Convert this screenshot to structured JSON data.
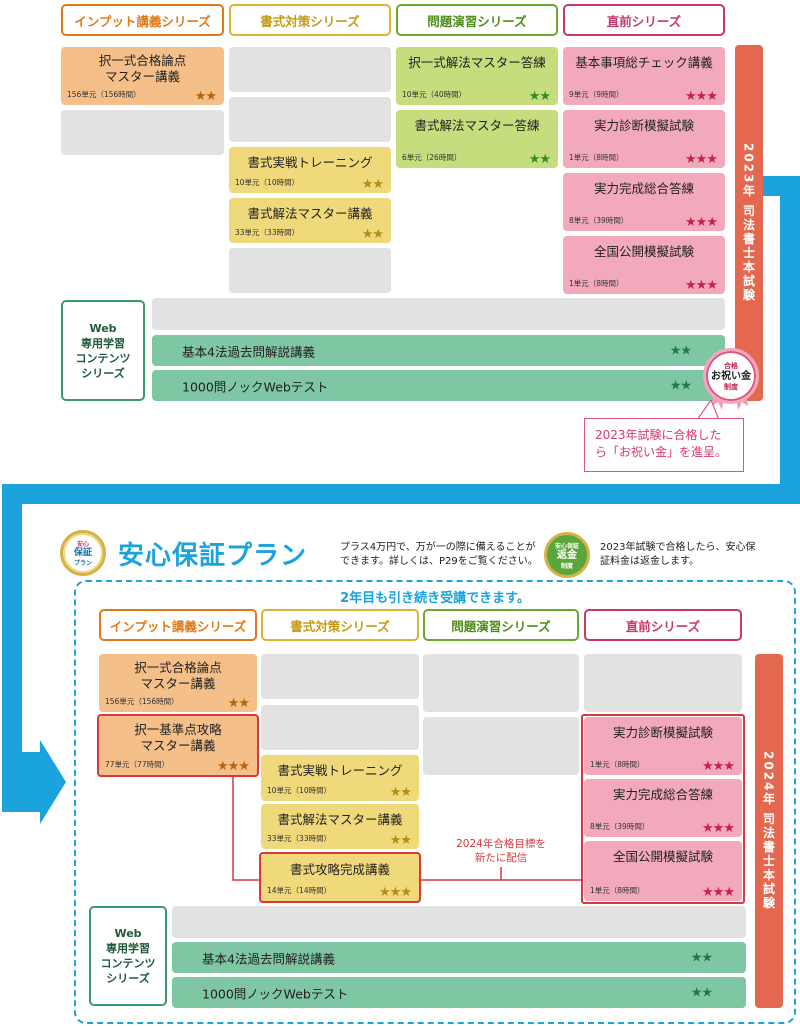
{
  "colors": {
    "input": "#e07b1c",
    "shoshiki": "#d8b533",
    "mondai": "#6aa830",
    "chokuzen": "#c7386f",
    "flow": "#1aa3dd",
    "web_border": "#3a9b6a",
    "exam": "#e3684f",
    "red": "#d9393e",
    "stars_orange": "#b8640e",
    "stars_yellow": "#b58b1a",
    "stars_green": "#3a8a2a",
    "stars_pink": "#c5224d"
  },
  "top": {
    "headers": [
      "インプット講義シリーズ",
      "書式対策シリーズ",
      "問題演習シリーズ",
      "直前シリーズ"
    ],
    "input": [
      {
        "title": "択一式合格論点\nマスター講義",
        "meta": "156単元（156時間）",
        "stars": "★★"
      }
    ],
    "shoshiki": [
      {
        "title": "書式実戦トレーニング",
        "meta": "10単元（10時間）",
        "stars": "★★"
      },
      {
        "title": "書式解法マスター講義",
        "meta": "33単元（33時間）",
        "stars": "★★"
      }
    ],
    "mondai": [
      {
        "title": "択一式解法マスター答練",
        "meta": "10単元（40時間）",
        "stars": "★★"
      },
      {
        "title": "書式解法マスター答練",
        "meta": "6単元（26時間）",
        "stars": "★★"
      }
    ],
    "chokuzen": [
      {
        "title": "基本事項総チェック講義",
        "meta": "9単元（9時間）",
        "stars": "★★★"
      },
      {
        "title": "実力診断模擬試験",
        "meta": "1単元（8時間）",
        "stars": "★★★"
      },
      {
        "title": "実力完成総合答練",
        "meta": "8単元（39時間）",
        "stars": "★★★"
      },
      {
        "title": "全国公開模擬試験",
        "meta": "1単元（8時間）",
        "stars": "★★★"
      }
    ],
    "exam": "2023年 司法書士本試験",
    "web_series": "Web\n専用学習\nコンテンツ\nシリーズ",
    "web_rows": [
      {
        "label": "基本4法過去問解説講義",
        "stars": "★★"
      },
      {
        "label": "1000問ノックWebテスト",
        "stars": "★★"
      }
    ],
    "badge": {
      "top": "合格",
      "main": "お祝い金",
      "bottom": "制度"
    },
    "callout": "2023年試験に合格したら「お祝い金」を進呈。"
  },
  "plan": {
    "badge": {
      "top": "安心",
      "main": "保証",
      "bottom": "プラン"
    },
    "title": "安心保証プラン",
    "desc": "プラス4万円で、万が一の際に備えることができます。詳しくは、P29をご覧ください。",
    "refund_badge": {
      "top": "安心保証",
      "main": "返金",
      "bottom": "制度"
    },
    "refund_text": "2023年試験で合格したら、安心保証料金は返金します。",
    "second_year": "2年目も引き続き受講できます。"
  },
  "bottom": {
    "headers": [
      "インプット講義シリーズ",
      "書式対策シリーズ",
      "問題演習シリーズ",
      "直前シリーズ"
    ],
    "input": [
      {
        "title": "択一式合格論点\nマスター講義",
        "meta": "156単元（156時間）",
        "stars": "★★"
      },
      {
        "title": "択一基準点攻略\nマスター講義",
        "meta": "77単元（77時間）",
        "stars": "★★★"
      }
    ],
    "shoshiki": [
      {
        "title": "書式実戦トレーニング",
        "meta": "10単元（10時間）",
        "stars": "★★"
      },
      {
        "title": "書式解法マスター講義",
        "meta": "33単元（33時間）",
        "stars": "★★"
      },
      {
        "title": "書式攻略完成講義",
        "meta": "14単元（14時間）",
        "stars": "★★★"
      }
    ],
    "chokuzen": [
      {
        "title": "実力診断模擬試験",
        "meta": "1単元（8時間）",
        "stars": "★★★"
      },
      {
        "title": "実力完成総合答練",
        "meta": "8単元（39時間）",
        "stars": "★★★"
      },
      {
        "title": "全国公開模擬試験",
        "meta": "1単元（8時間）",
        "stars": "★★★"
      }
    ],
    "new_note": "2024年合格目標を\n新たに配信",
    "exam": "2024年 司法書士本試験",
    "web_series": "Web\n専用学習\nコンテンツ\nシリーズ",
    "web_rows": [
      {
        "label": "基本4法過去問解説講義",
        "stars": "★★"
      },
      {
        "label": "1000問ノックWebテスト",
        "stars": "★★"
      }
    ]
  }
}
